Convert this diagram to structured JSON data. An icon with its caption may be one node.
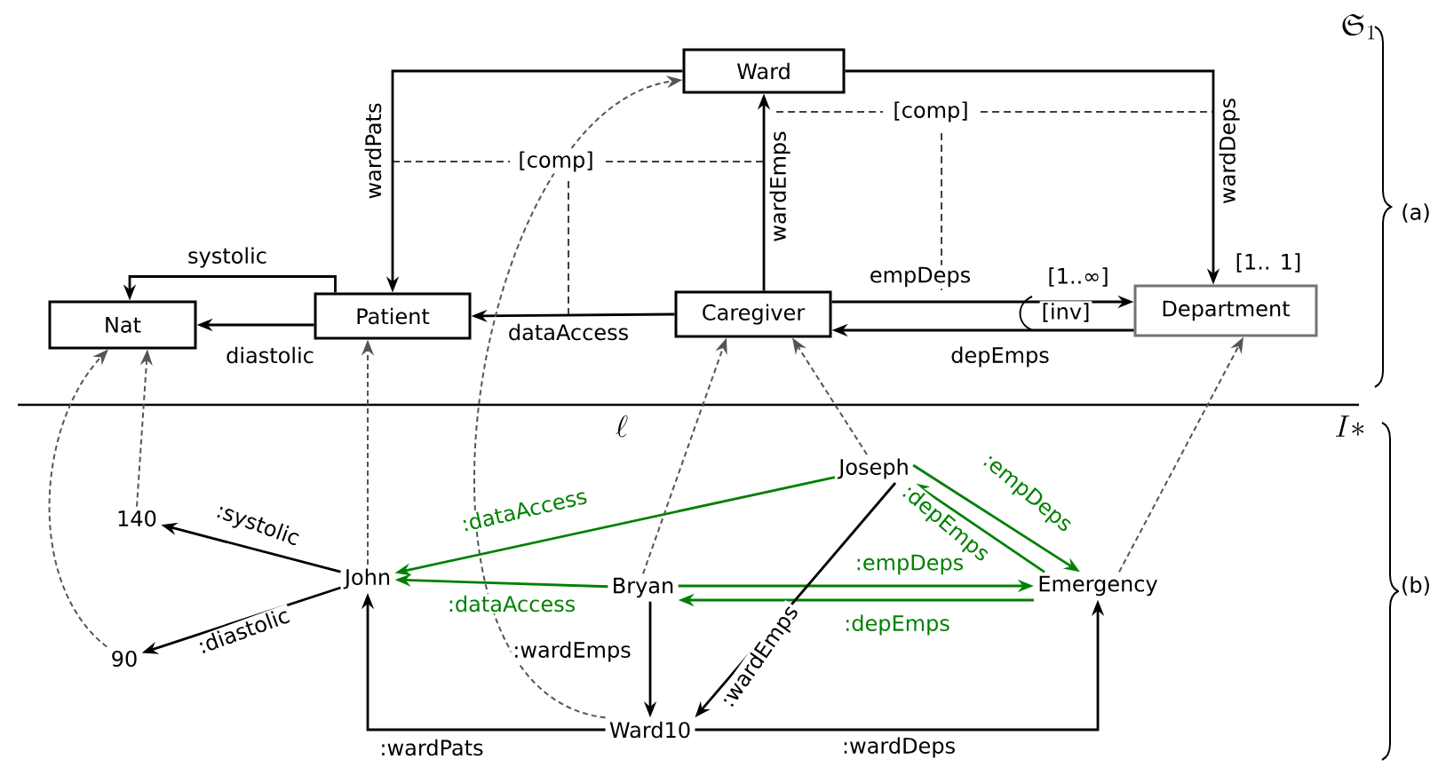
{
  "diagram": {
    "nodes": [
      {
        "text": [
          "Ward"
        ]
      },
      {
        "text": [
          "Nat"
        ]
      },
      {
        "text": [
          "Patient"
        ]
      },
      {
        "text": [
          "Caregiver"
        ]
      },
      {
        "text": [
          "Department"
        ]
      },
      {
        "text": [
          "John"
        ]
      },
      {
        "text": [
          "140"
        ]
      },
      {
        "text": [
          "90"
        ]
      },
      {
        "text": [
          "Bryan"
        ]
      },
      {
        "text": [
          "Joseph"
        ]
      },
      {
        "text": [
          "Emergency"
        ]
      },
      {
        "text": [
          "Ward10"
        ]
      }
    ],
    "edges": [
      {
        "from": 0,
        "to": 2,
        "arrow": "to",
        "label": "wardPats"
      },
      {
        "from": 0,
        "to": 4,
        "arrow": "to",
        "label": "wardDeps"
      },
      {
        "from": 3,
        "to": 0,
        "arrow": "to",
        "label": "wardEmps"
      },
      {
        "from": 2,
        "to": 1,
        "arrow": "to",
        "label": "systolic"
      },
      {
        "from": 2,
        "to": 1,
        "arrow": "to",
        "label": "diastolic"
      },
      {
        "from": 3,
        "to": 2,
        "arrow": "to",
        "label": "dataAccess"
      },
      {
        "from": 3,
        "to": 4,
        "arrow": "to",
        "label": "empDeps"
      },
      {
        "from": 4,
        "to": 3,
        "arrow": "to",
        "label": "depEmps"
      },
      {
        "from": 5,
        "to": 6,
        "arrow": "to",
        "label": ":systolic"
      },
      {
        "from": 5,
        "to": 7,
        "arrow": "to",
        "label": ":diastolic"
      },
      {
        "from": 9,
        "to": 5,
        "arrow": "to",
        "label": ":dataAccess",
        "color": "#008000"
      },
      {
        "from": 8,
        "to": 5,
        "arrow": "to",
        "label": ":dataAccess",
        "color": "#008000"
      },
      {
        "from": 8,
        "to": 10,
        "arrow": "to",
        "label": ":empDeps",
        "color": "#008000"
      },
      {
        "from": 10,
        "to": 8,
        "arrow": "to",
        "label": ":depEmps",
        "color": "#008000"
      },
      {
        "from": 9,
        "to": 10,
        "arrow": "to",
        "label": ":empDeps",
        "color": "#008000"
      },
      {
        "from": 10,
        "to": 9,
        "arrow": "to",
        "label": ":depEmps",
        "color": "#008000"
      },
      {
        "from": 8,
        "to": 11,
        "arrow": "to",
        "label": ":wardEmps"
      },
      {
        "from": 9,
        "to": 11,
        "arrow": "to",
        "label": ":wardEmps"
      },
      {
        "from": 11,
        "to": 5,
        "arrow": "to",
        "label": ":wardPats"
      },
      {
        "from": 11,
        "to": 10,
        "arrow": "to",
        "label": ":wardDeps"
      },
      {
        "from": 6,
        "to": 1,
        "arrow": "to",
        "style": "dashed",
        "color": "#555555"
      },
      {
        "from": 7,
        "to": 1,
        "arrow": "to",
        "style": "dashed",
        "color": "#555555"
      },
      {
        "from": 5,
        "to": 2,
        "arrow": "to",
        "style": "dashed",
        "color": "#555555"
      },
      {
        "from": 11,
        "to": 0,
        "arrow": "to",
        "style": "dashed",
        "color": "#555555"
      },
      {
        "from": 8,
        "to": 3,
        "arrow": "to",
        "style": "dashed",
        "color": "#555555"
      },
      {
        "from": 9,
        "to": 3,
        "arrow": "to",
        "style": "dashed",
        "color": "#555555"
      },
      {
        "from": 10,
        "to": 4,
        "arrow": "to",
        "style": "dashed",
        "color": "#555555"
      }
    ],
    "labels": [
      "\\mathfrak{S}_1",
      "[comp]",
      "[comp]",
      "[1..∞]",
      "[1.. 1]",
      "[inv]",
      "(a)",
      "\\ell",
      "I*",
      "(b)"
    ]
  }
}
